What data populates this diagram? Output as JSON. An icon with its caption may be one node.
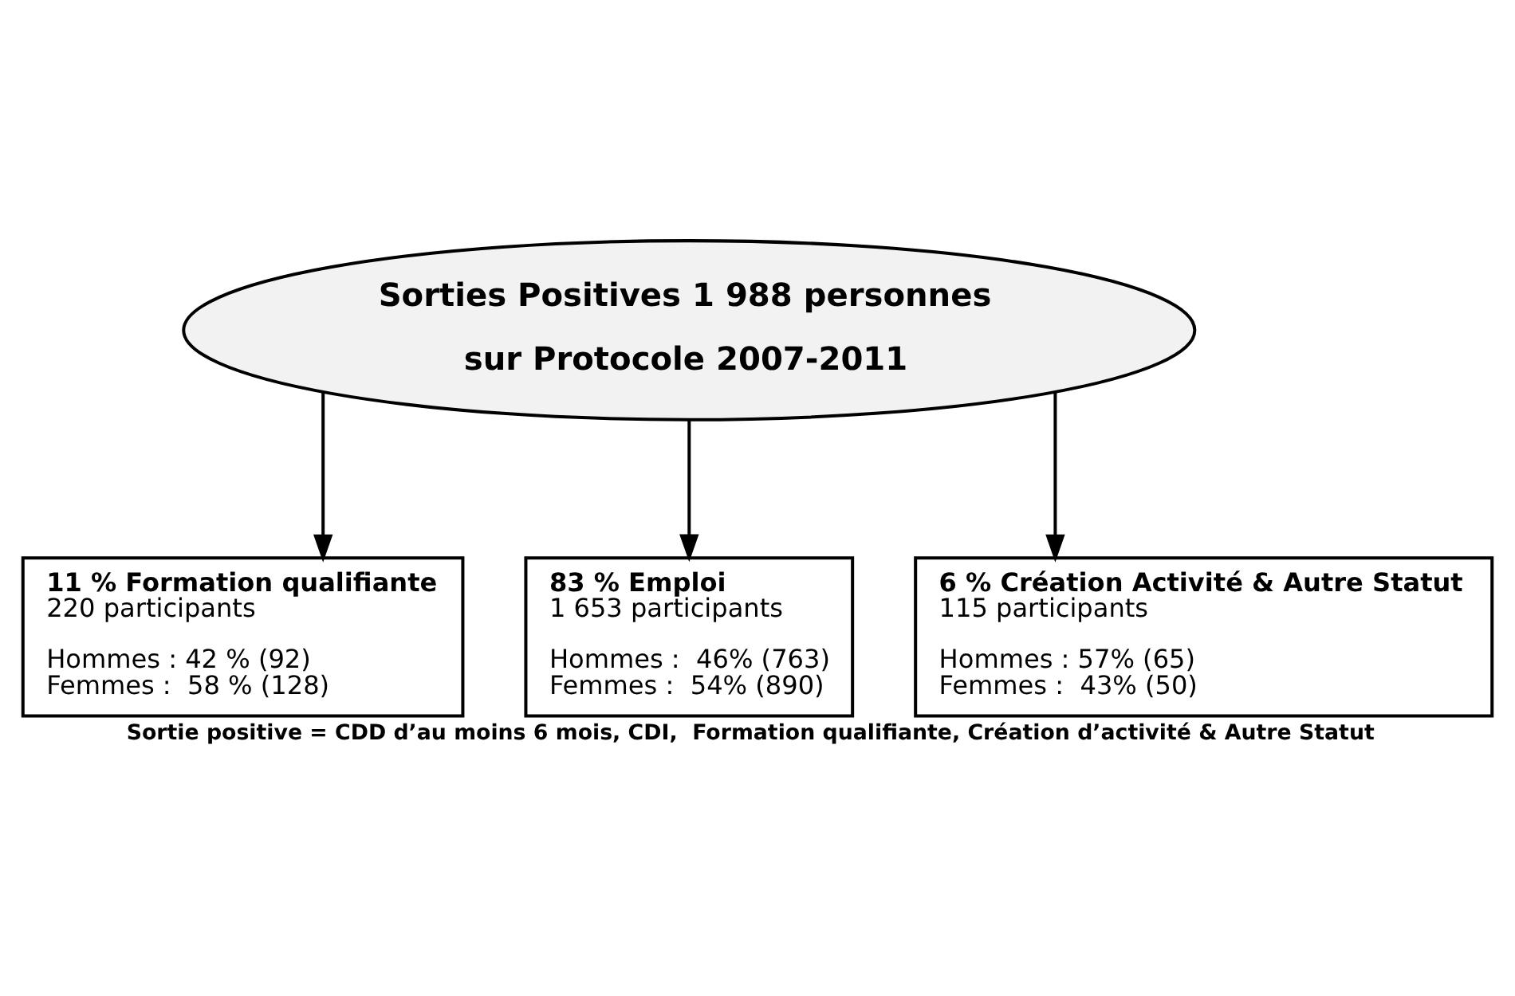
{
  "diagram": {
    "caption": "Sortie positive = CDD d’au moins 6 mois, CDI,  Formation qualifiante, Création d’activité & Autre Statut",
    "nodes": [
      {
        "text": [
          "Sorties Positives 1 988 personnes",
          "sur Protocole 2007-2011"
        ]
      },
      {
        "text": [
          "11 % Formation qualifiante",
          "220 participants",
          "Hommes : 42 % (92)",
          "Femmes :  58 % (128)"
        ]
      },
      {
        "text": [
          "83 % Emploi",
          "1 653 participants",
          "Hommes :  46% (763)",
          "Femmes :  54% (890)"
        ]
      },
      {
        "text": [
          "6 % Création Activité & Autre Statut",
          "115 participants",
          "Hommes : 57% (65)",
          "Femmes :  43% (50)"
        ]
      }
    ],
    "edges": [
      {
        "from": 0,
        "to": 1,
        "arrow": "to"
      },
      {
        "from": 0,
        "to": 2,
        "arrow": "to"
      },
      {
        "from": 0,
        "to": 3,
        "arrow": "to"
      }
    ]
  }
}
